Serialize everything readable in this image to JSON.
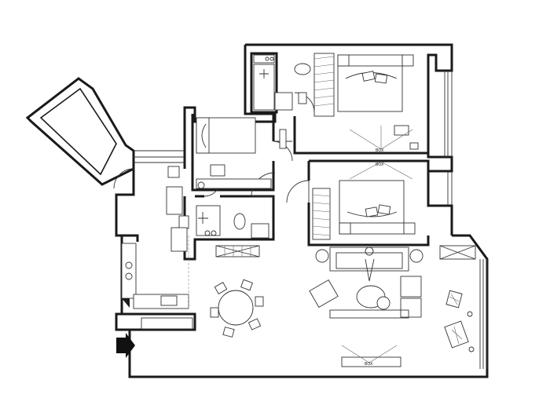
{
  "plan": {
    "ceiling_marks": [
      "BOX",
      "BOX",
      "BOX"
    ]
  },
  "colors": {
    "wall": "#1a1a1a",
    "line": "#333333",
    "background": "#ffffff",
    "entry_arrow": "#111111"
  }
}
